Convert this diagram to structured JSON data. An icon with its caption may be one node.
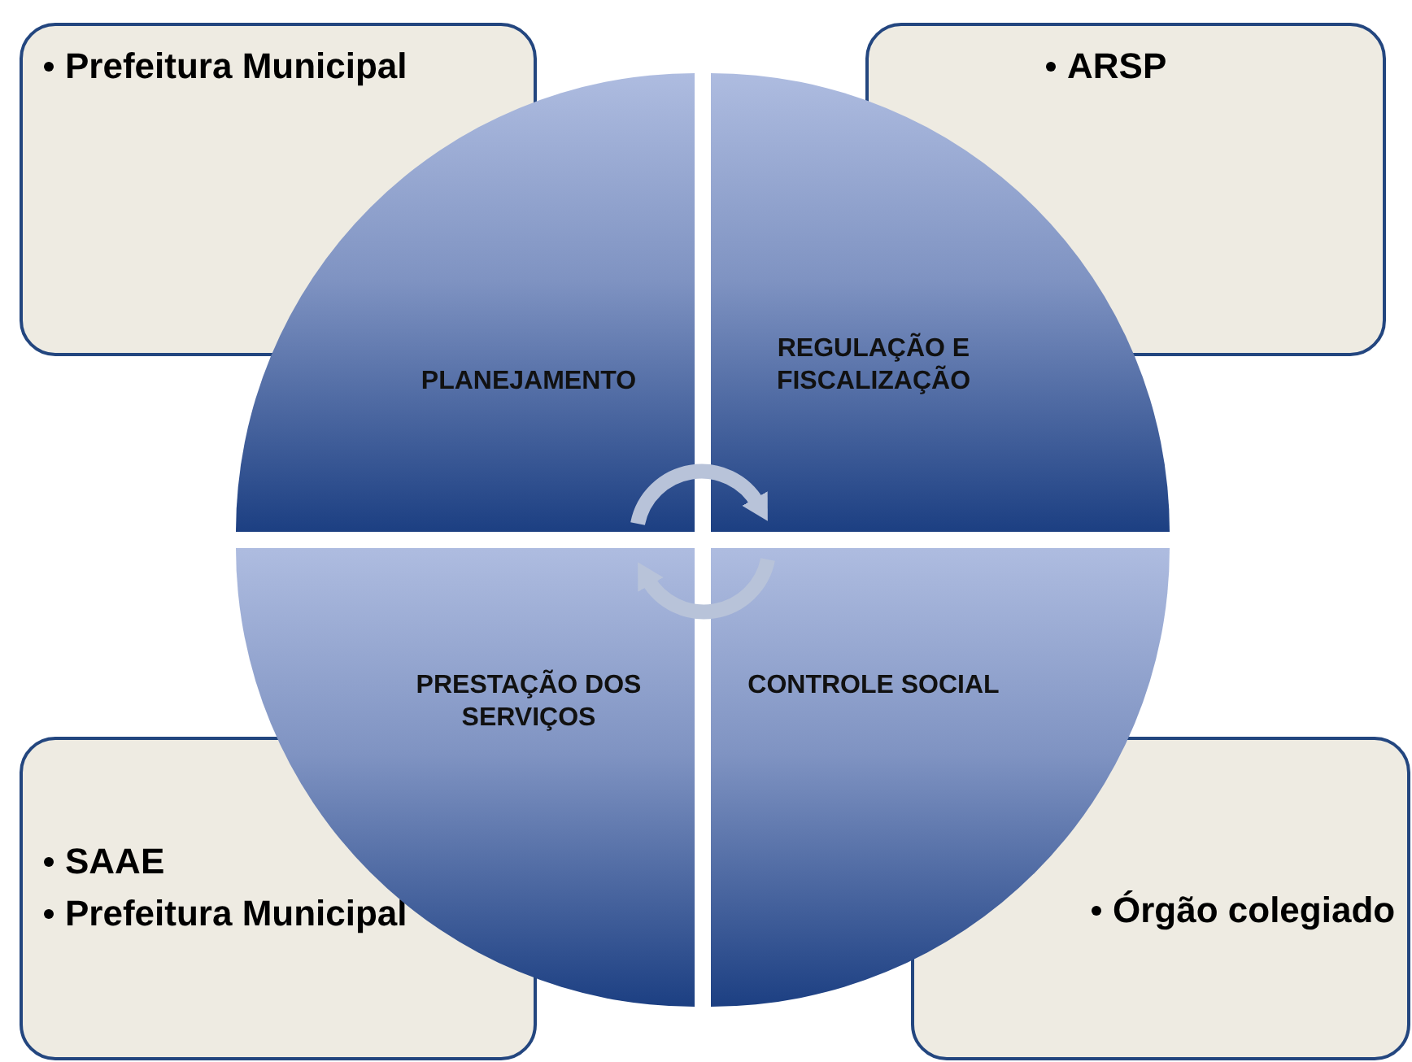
{
  "diagram": {
    "nodes": [
      {
        "text": [
          "Prefeitura Municipal"
        ]
      },
      {
        "text": [
          "ARSP"
        ]
      },
      {
        "text": [
          "PLANEJAMENTO"
        ]
      },
      {
        "text": [
          "REGULAÇÃO E FISCALIZAÇÃO"
        ]
      },
      {
        "text": [
          "PRESTAÇÃO DOS SERVIÇOS"
        ]
      },
      {
        "text": [
          "CONTROLE SOCIAL"
        ]
      },
      {
        "text": [
          "SAAE",
          "Prefeitura Municipal"
        ]
      },
      {
        "text": [
          "Órgão colegiado"
        ]
      }
    ],
    "edges": [
      {
        "from": 2,
        "to": 3,
        "arrow": "to"
      },
      {
        "from": 5,
        "to": 4,
        "arrow": "to"
      }
    ]
  }
}
